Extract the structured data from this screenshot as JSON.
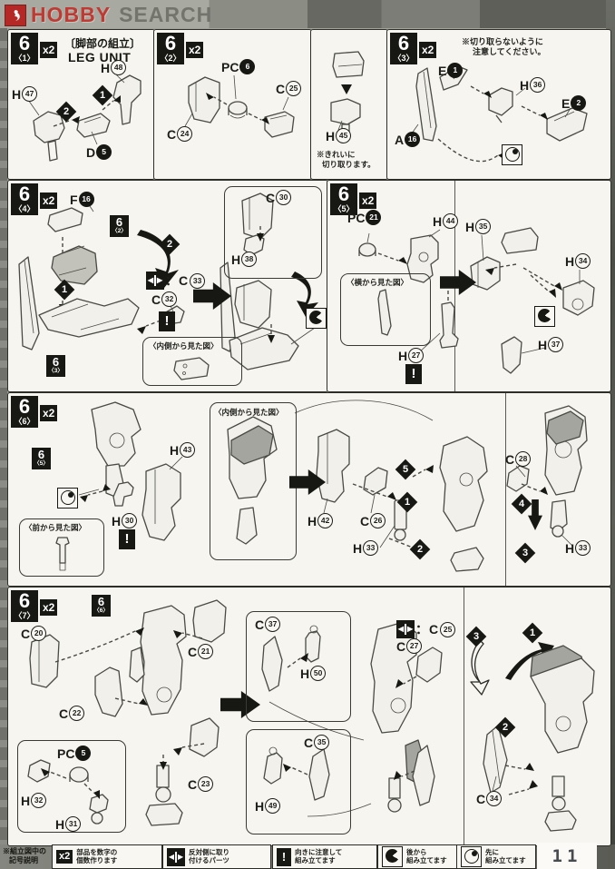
{
  "header": {
    "hobby": "HOBBY",
    "search": "SEARCH"
  },
  "colors": {
    "brand_red": "#b5201d",
    "ink": "#171713",
    "paper": "#f6f5f0"
  },
  "page_number": "11",
  "icons": {
    "mirror_left": "◀",
    "mirror_right": "▶",
    "warning": "!"
  },
  "steps": {
    "s1": {
      "num": "6",
      "sub": "〈1〉",
      "qty": "x2",
      "title_jp": "〔脚部の組立〕",
      "title_en": "LEG UNIT",
      "d1": "1",
      "d2": "2",
      "parts": {
        "a": {
          "l": "H",
          "n": "47"
        },
        "b": {
          "l": "H",
          "n": "48"
        },
        "c": {
          "l": "D",
          "n": "5"
        }
      }
    },
    "s2": {
      "num": "6",
      "sub": "〈2〉",
      "qty": "x2",
      "parts": {
        "a": {
          "l": "PC",
          "n": "6"
        },
        "b": {
          "l": "C",
          "n": "24"
        },
        "c": {
          "l": "C",
          "n": "25"
        }
      }
    },
    "s2b": {
      "part": {
        "l": "H",
        "n": "45"
      },
      "note1": "※きれいに",
      "note2": "切り取ります。"
    },
    "s3": {
      "num": "6",
      "sub": "〈3〉",
      "qty": "x2",
      "note1": "※切り取らないように",
      "note2": "注意してください。",
      "parts": {
        "a": {
          "l": "E",
          "n": "1"
        },
        "b": {
          "l": "A",
          "n": "16"
        },
        "c": {
          "l": "H",
          "n": "36"
        },
        "d": {
          "l": "E",
          "n": "2"
        }
      }
    },
    "s4": {
      "num": "6",
      "sub": "〈4〉",
      "qty": "x2",
      "colon": "：",
      "d1": "1",
      "d2": "2",
      "ref1": {
        "num": "6",
        "sub": "〈2〉"
      },
      "ref2": {
        "num": "6",
        "sub": "〈3〉"
      },
      "inset_label": "〈内側から見た図〉",
      "parts": {
        "a": {
          "l": "F",
          "n": "16"
        },
        "b": {
          "l": "C",
          "n": "32"
        },
        "mirror": {
          "l": "C",
          "n": "33"
        },
        "c": {
          "l": "C",
          "n": "30"
        },
        "d": {
          "l": "H",
          "n": "38"
        }
      }
    },
    "s5": {
      "num": "6",
      "sub": "〈5〉",
      "qty": "x2",
      "inset_label": "〈横から見た図〉",
      "parts": {
        "a": {
          "l": "PC",
          "n": "21"
        },
        "b": {
          "l": "H",
          "n": "44"
        },
        "c": {
          "l": "H",
          "n": "27"
        },
        "d": {
          "l": "H",
          "n": "35"
        },
        "e": {
          "l": "H",
          "n": "34"
        },
        "f": {
          "l": "H",
          "n": "37"
        }
      }
    },
    "s6": {
      "num": "6",
      "sub": "〈6〉",
      "qty": "x2",
      "d1": "1",
      "d2": "2",
      "d3": "3",
      "d4": "4",
      "d5": "5",
      "ref1": {
        "num": "6",
        "sub": "〈5〉"
      },
      "inset_front": "〈前から見た図〉",
      "inset_inner": "〈内側から見た図〉",
      "parts": {
        "a": {
          "l": "H",
          "n": "43"
        },
        "b": {
          "l": "H",
          "n": "30"
        },
        "c": {
          "l": "H",
          "n": "42"
        },
        "d": {
          "l": "C",
          "n": "26"
        },
        "e": {
          "l": "H",
          "n": "33"
        },
        "f": {
          "l": "C",
          "n": "28"
        },
        "g": {
          "l": "H",
          "n": "33"
        }
      }
    },
    "s7": {
      "num": "6",
      "sub": "〈7〉",
      "qty": "x2",
      "colon": "：",
      "d1": "1",
      "d2": "2",
      "d3": "3",
      "ref1": {
        "num": "6",
        "sub": "〈6〉"
      },
      "parts": {
        "c20": {
          "l": "C",
          "n": "20"
        },
        "c21": {
          "l": "C",
          "n": "21"
        },
        "c22": {
          "l": "C",
          "n": "22"
        },
        "c23": {
          "l": "C",
          "n": "23"
        },
        "pc5": {
          "l": "PC",
          "n": "5"
        },
        "h32": {
          "l": "H",
          "n": "32"
        },
        "h31": {
          "l": "H",
          "n": "31"
        },
        "c37": {
          "l": "C",
          "n": "37"
        },
        "h50": {
          "l": "H",
          "n": "50"
        },
        "c35": {
          "l": "C",
          "n": "35"
        },
        "h49": {
          "l": "H",
          "n": "49"
        },
        "mirror": {
          "l": "C",
          "n": "25"
        },
        "c27": {
          "l": "C",
          "n": "27"
        },
        "c34": {
          "l": "C",
          "n": "34"
        }
      }
    }
  },
  "legend": {
    "heading1": "※組立図中の",
    "heading2": "記号説明",
    "x2_icon": "x2",
    "items": [
      {
        "t1": "部品を数字の",
        "t2": "個数作ります"
      },
      {
        "t1": "反対側に取り",
        "t2": "付けるパーツ"
      },
      {
        "t1": "向きに注意して",
        "t2": "組み立てます"
      },
      {
        "t1": "後から",
        "t2": "組み立てます"
      },
      {
        "t1": "先に",
        "t2": "組み立てます"
      }
    ]
  }
}
